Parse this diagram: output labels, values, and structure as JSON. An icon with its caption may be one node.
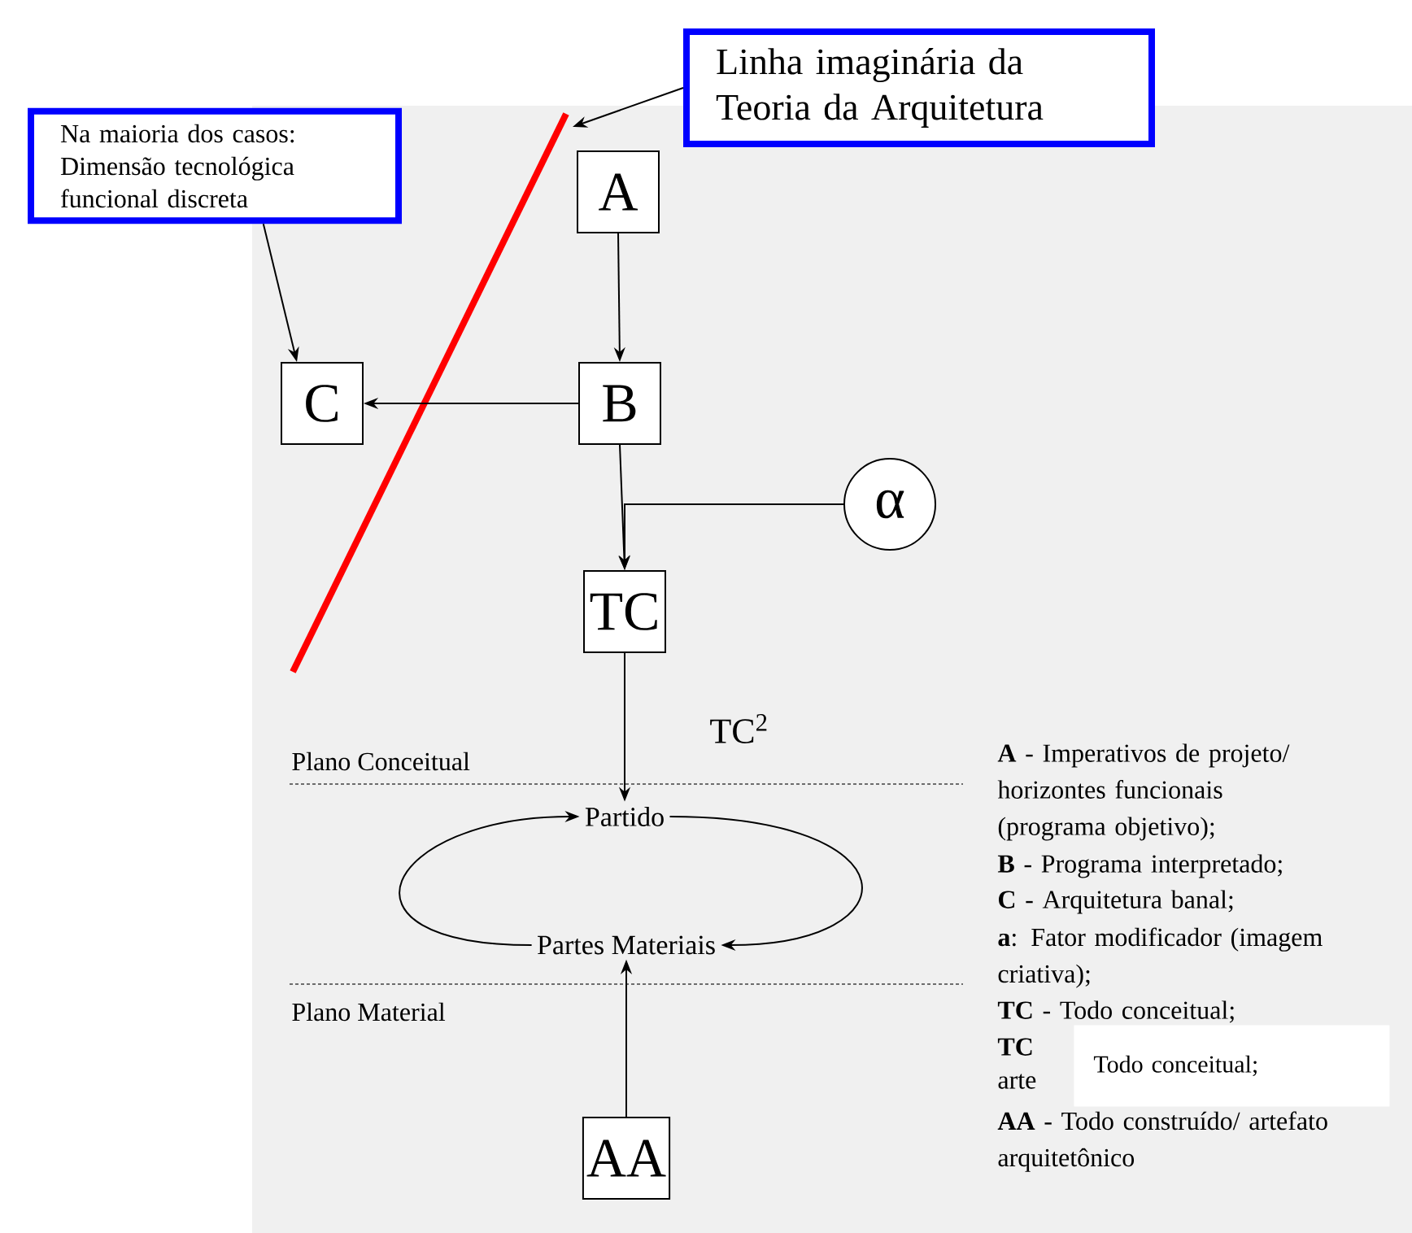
{
  "diagram": {
    "nodes": [
      {
        "text": [
          "Na maioria dos casos: Dimensão tecnológica funcional discreta"
        ]
      },
      {
        "text": [
          "Linha imaginária da Teoria da Arquitetura"
        ]
      },
      {
        "text": [
          "A"
        ]
      },
      {
        "text": [
          "C"
        ]
      },
      {
        "text": [
          "B"
        ]
      },
      {
        "text": [
          "α"
        ]
      },
      {
        "text": [
          "TC"
        ]
      },
      {
        "text": [
          "Partido"
        ]
      },
      {
        "text": [
          "Partes Materiais"
        ]
      },
      {
        "text": [
          "AA"
        ]
      }
    ],
    "edges": [
      {
        "from": 1,
        "to": null,
        "arrow": "to"
      },
      {
        "from": 0,
        "to": 3,
        "arrow": "to"
      },
      {
        "from": 2,
        "to": 4,
        "arrow": "to"
      },
      {
        "from": 4,
        "to": 3,
        "arrow": "to"
      },
      {
        "from": 4,
        "to": 6,
        "arrow": "to"
      },
      {
        "from": 5,
        "to": 6,
        "arrow": "to"
      },
      {
        "from": 6,
        "to": 7,
        "arrow": "to"
      },
      {
        "from": 9,
        "to": 8,
        "arrow": "to"
      },
      {
        "from": 8,
        "to": 7,
        "arrow": "to"
      },
      {
        "from": 7,
        "to": 8,
        "arrow": "to"
      }
    ],
    "labels": [
      "TC$^{2}$",
      "Plano Conceitual",
      "Plano Material",
      "**A** - Imperativos de projeto/ horizontes funcionais (programa objetivo);",
      "**B** - Programa interpretado;",
      "**C** - Arquitetura banal;",
      "**a**: Fator modificador (imagem criativa);",
      "**TC** - Todo conceitual;",
      "**TC**",
      "arte",
      "**AA** - Todo construído/ artefato arquitetônico",
      "Todo conceitual;"
    ]
  }
}
